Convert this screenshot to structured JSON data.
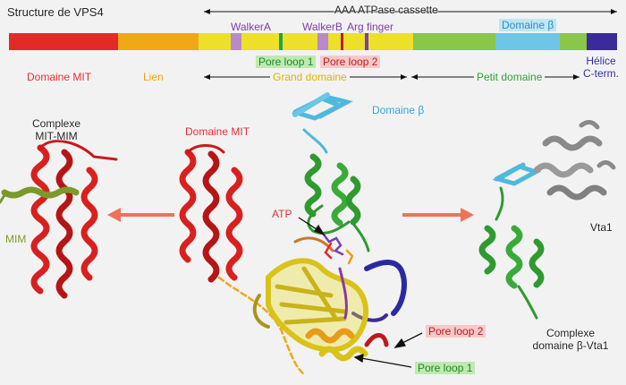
{
  "title": "Structure de VPS4",
  "aaa": "AAA ATPase cassette",
  "top_labels": {
    "walker_a": "WalkerA",
    "walker_b": "WalkerB",
    "arg_finger": "Arg finger",
    "domaine_beta_bar": "Domaine β",
    "pore1_bar": "Pore loop 1",
    "pore2_bar": "Pore loop 2"
  },
  "domain_labels": {
    "mit": "Domaine MIT",
    "lien": "Lien",
    "grand": "Grand domaine",
    "petit": "Petit domaine",
    "helice_1": "Hélice",
    "helice_2": "C-term."
  },
  "figure_labels": {
    "complexe_1": "Complexe",
    "complexe_2": "MIT-MIM",
    "mim": "MIM",
    "mit_center": "Domaine MIT",
    "beta_center": "Domaine β",
    "atp": "ATP",
    "vta1": "Vta1",
    "cx_beta_1": "Complexe",
    "cx_beta_2": "domaine β-Vta1",
    "pore2": "Pore loop 2",
    "pore1": "Pore loop 1"
  },
  "colors": {
    "mit": "#e22b27",
    "lien": "#f0a818",
    "grand": "#ece02a",
    "petit": "#8ac64a",
    "beta": "#6ec6e6",
    "helice": "#3a2a9a",
    "arrow": "#f0715a"
  }
}
